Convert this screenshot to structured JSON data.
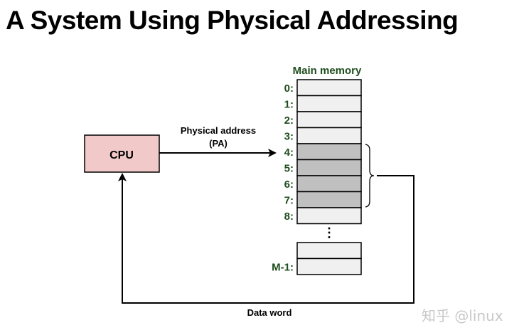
{
  "title": "A System Using Physical Addressing",
  "cpu": {
    "label": "CPU",
    "color": "#f2c9c9"
  },
  "memory": {
    "title": "Main memory",
    "title_color": "#1e4d1e",
    "label_color": "#1e4d1e",
    "cell_color": "#f0f0f0",
    "highlight_color": "#c0c0c0",
    "cells": [
      {
        "label": "0:",
        "highlighted": false
      },
      {
        "label": "1:",
        "highlighted": false
      },
      {
        "label": "2:",
        "highlighted": false
      },
      {
        "label": "3:",
        "highlighted": false
      },
      {
        "label": "4:",
        "highlighted": true
      },
      {
        "label": "5:",
        "highlighted": true
      },
      {
        "label": "6:",
        "highlighted": true
      },
      {
        "label": "7:",
        "highlighted": true
      },
      {
        "label": "8:",
        "highlighted": false
      }
    ],
    "ellipsis": "⋮",
    "last_cells": [
      {
        "label": ""
      },
      {
        "label": "M-1:"
      }
    ]
  },
  "arrows": {
    "address_label_line1": "Physical address",
    "address_label_line2": "(PA)",
    "data_label": "Data word"
  },
  "watermark": "知乎 @linux"
}
